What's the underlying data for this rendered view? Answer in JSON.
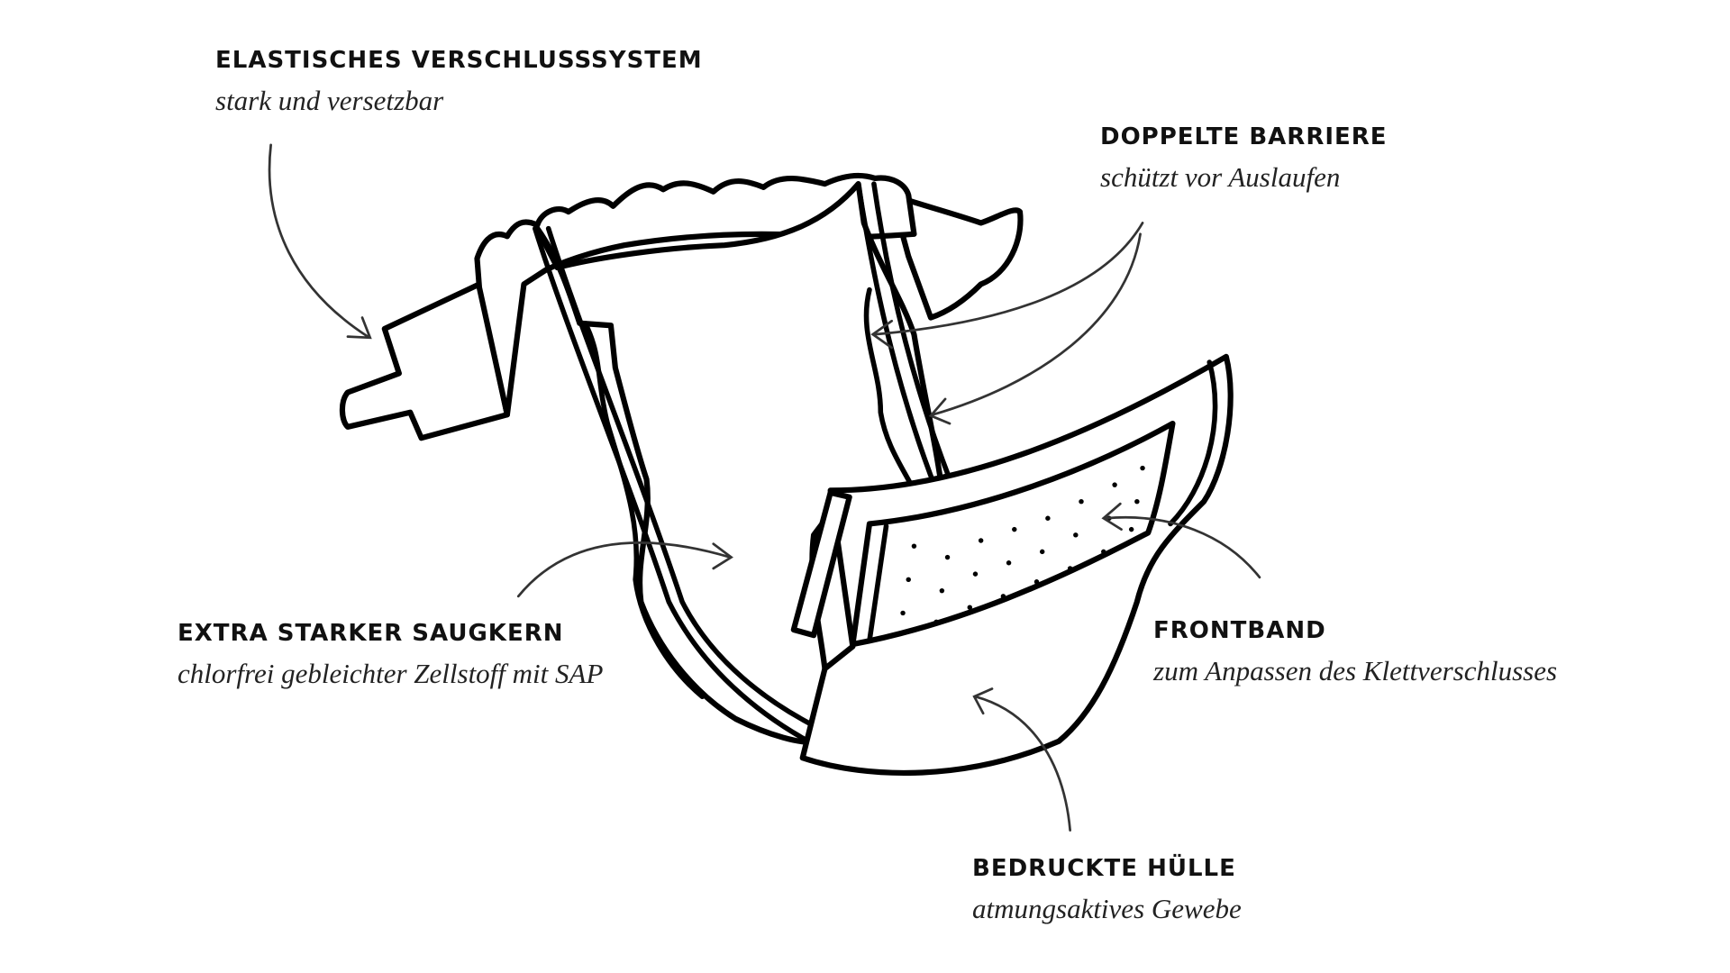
{
  "labels": [
    {
      "title": "ELASTISCHES VERSCHLUSSSYSTEM",
      "subtitle": "stark und versetzbar"
    },
    {
      "title": "DOPPELTE BARRIERE",
      "subtitle": "schützt vor Auslaufen"
    },
    {
      "title": "EXTRA STARKER SAUGKERN",
      "subtitle": "chlorfrei gebleichter Zellstoff mit SAP"
    },
    {
      "title": "FRONTBAND",
      "subtitle": "zum Anpassen des Klettverschlusses"
    },
    {
      "title": "BEDRUCKTE HÜLLE",
      "subtitle": "atmungsaktives Gewebe"
    }
  ]
}
